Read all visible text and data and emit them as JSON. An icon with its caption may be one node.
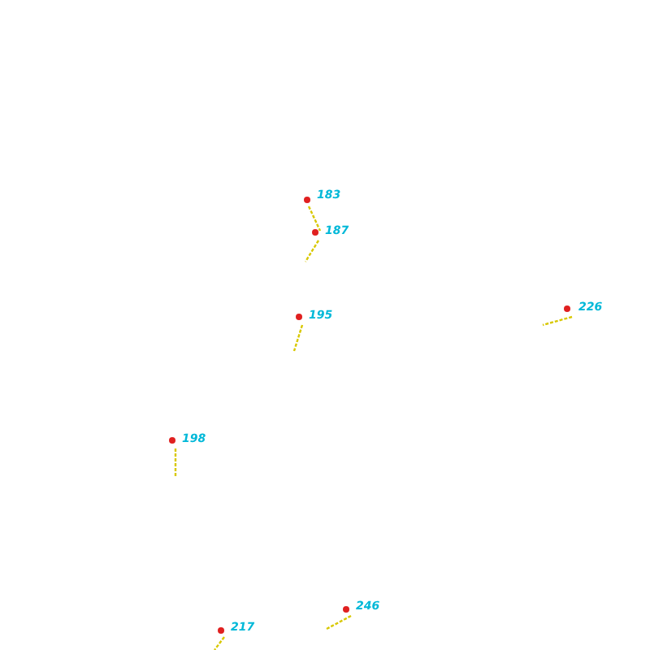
{
  "diagram": {
    "labels": [
      "183",
      "187",
      "195",
      "226",
      "198",
      "246",
      "217"
    ]
  }
}
